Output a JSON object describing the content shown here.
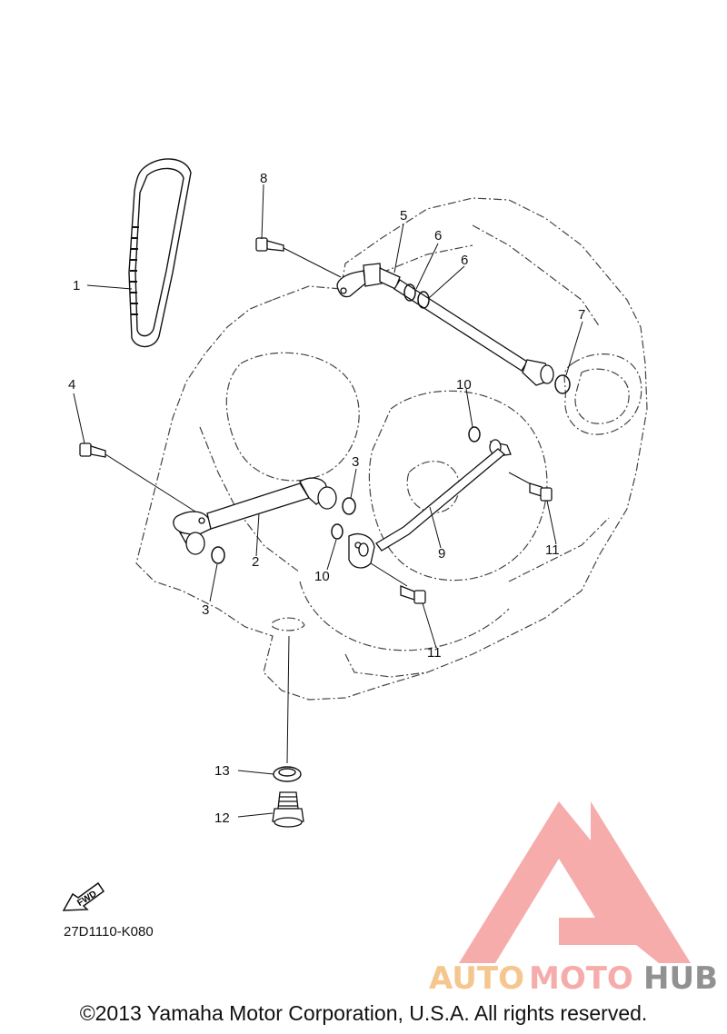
{
  "callouts": [
    {
      "id": "1",
      "label": "1"
    },
    {
      "id": "2",
      "label": "2"
    },
    {
      "id": "3a",
      "label": "3"
    },
    {
      "id": "3b",
      "label": "3"
    },
    {
      "id": "4",
      "label": "4"
    },
    {
      "id": "5",
      "label": "5"
    },
    {
      "id": "6a",
      "label": "6"
    },
    {
      "id": "6b",
      "label": "6"
    },
    {
      "id": "7",
      "label": "7"
    },
    {
      "id": "8",
      "label": "8"
    },
    {
      "id": "9",
      "label": "9"
    },
    {
      "id": "10a",
      "label": "10"
    },
    {
      "id": "10b",
      "label": "10"
    },
    {
      "id": "11a",
      "label": "11"
    },
    {
      "id": "11b",
      "label": "11"
    },
    {
      "id": "12",
      "label": "12"
    },
    {
      "id": "13",
      "label": "13"
    }
  ],
  "fwd_label": "FWD",
  "diagram_code": "27D1110-K080",
  "watermark": {
    "word_part1": "AUTO",
    "word_part2": "MOTO",
    "word_part3": "HUB",
    "color_main": "#f7a8a8",
    "color_accent": "#f6c48a",
    "color_dark": "#8c8c8c"
  },
  "copyright": "©2013 Yamaha Motor Corporation, U.S.A. All rights reserved."
}
